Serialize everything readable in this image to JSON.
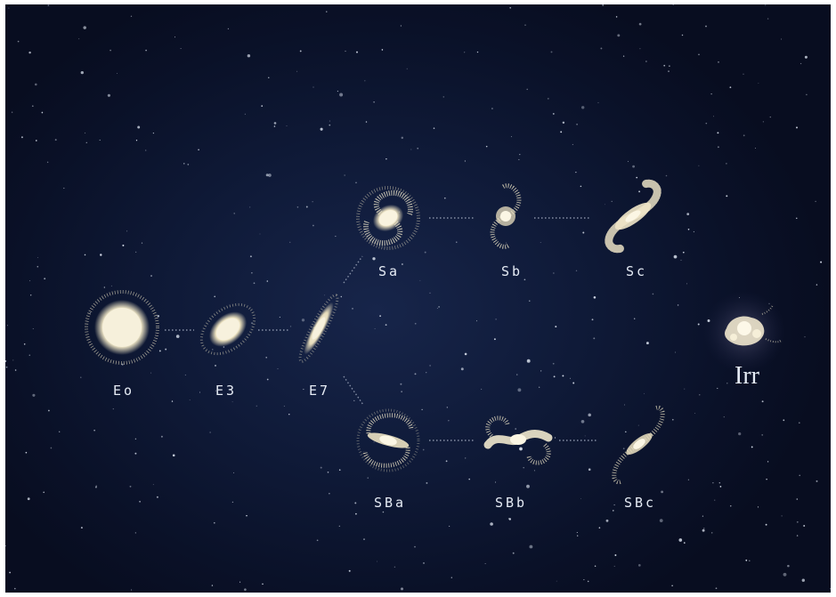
{
  "classes": {
    "E0": "Eo",
    "E3": "E3",
    "E7": "E7",
    "Sa": "Sa",
    "Sb": "Sb",
    "Sc": "Sc",
    "SBa": "SBa",
    "SBb": "SBb",
    "SBc": "SBc",
    "Irr": "Irr"
  },
  "colors": {
    "background": "#0c1430",
    "galaxy": "#f2ecd6",
    "connector": "#9aa3b8",
    "label": "#e6ecf5"
  }
}
